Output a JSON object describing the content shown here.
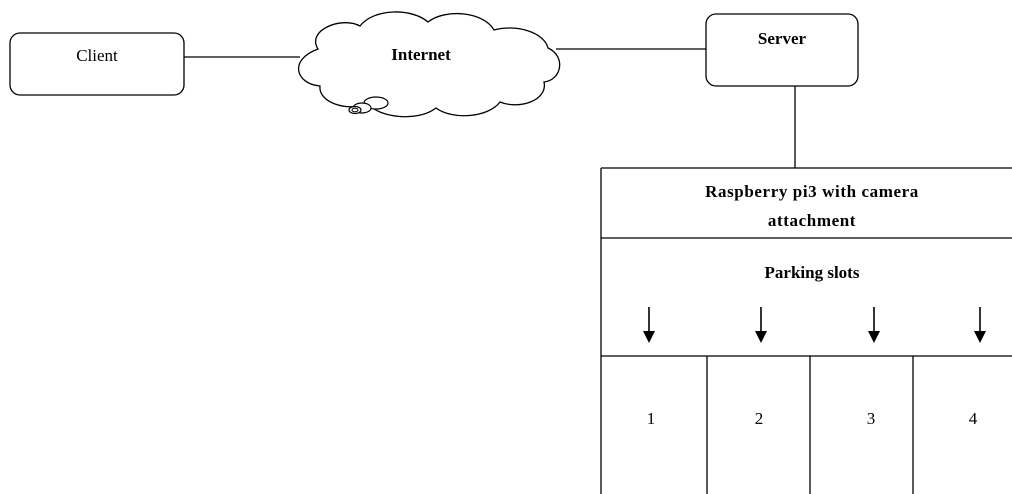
{
  "nodes": {
    "client": {
      "label": "Client"
    },
    "internet": {
      "label": "Internet"
    },
    "server": {
      "label": "Server"
    }
  },
  "raspberry_panel": {
    "title_line1": "Raspberry pi3 with camera",
    "title_line2": "attachment",
    "parking_label": "Parking slots",
    "slots": [
      {
        "label": "1"
      },
      {
        "label": "2"
      },
      {
        "label": "3"
      },
      {
        "label": "4"
      }
    ]
  }
}
